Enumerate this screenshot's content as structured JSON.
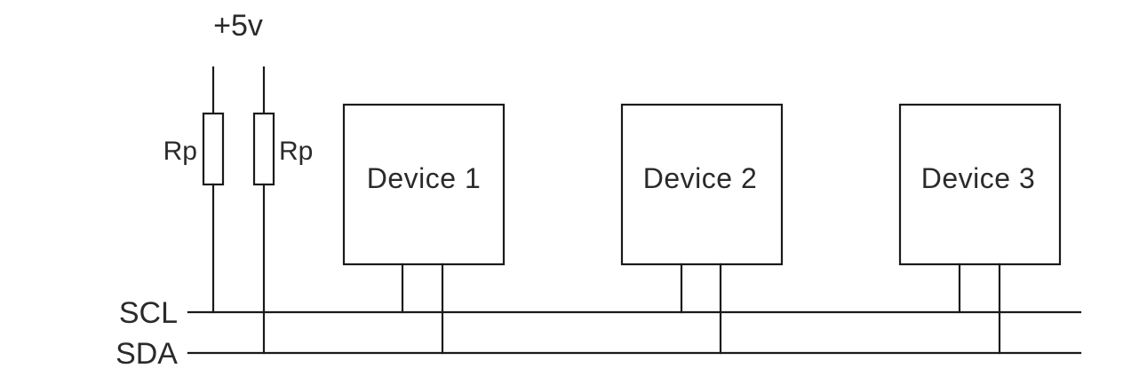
{
  "supply": {
    "label": "+5v"
  },
  "resistors": [
    {
      "label": "Rp"
    },
    {
      "label": "Rp"
    }
  ],
  "bus": {
    "scl_label": "SCL",
    "sda_label": "SDA"
  },
  "devices": [
    {
      "label": "Device 1"
    },
    {
      "label": "Device 2"
    },
    {
      "label": "Device 3"
    }
  ],
  "colors": {
    "line": "#1a1a1a",
    "text": "#2a2a2a",
    "background": "#ffffff"
  }
}
